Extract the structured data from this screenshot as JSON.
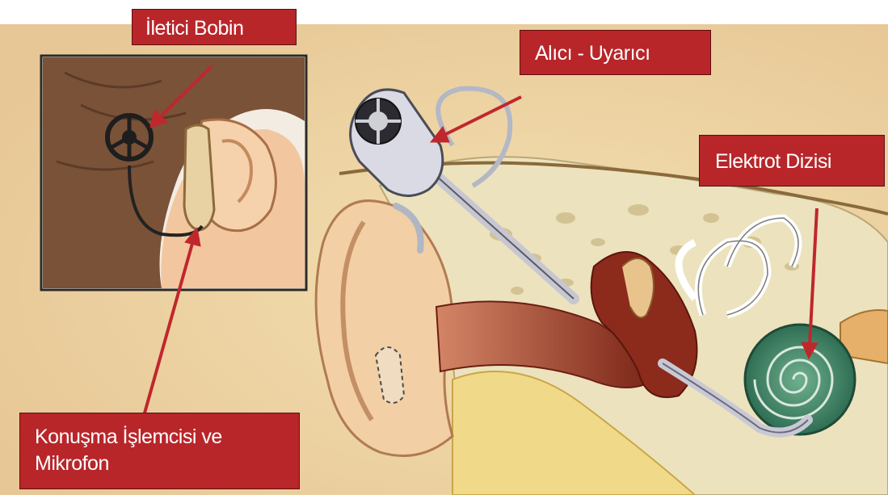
{
  "labels": {
    "iletici_bobin": "İletici Bobin",
    "alici_uyarici": "Alıcı - Uyarıcı",
    "elektrot_dizisi": "Elektrot Dizisi",
    "konusma_line1": "Konuşma İşlemcisi ve",
    "konusma_line2": "Mikrofon"
  },
  "colors": {
    "label_fill": "#b8262a",
    "label_text": "#ffffff",
    "arrow": "#c0272d",
    "skin": "#f2cfa4",
    "inner_ear": "#8c2a1c",
    "cochlea": "#3f8a6a",
    "bone": "#ece2bd"
  }
}
